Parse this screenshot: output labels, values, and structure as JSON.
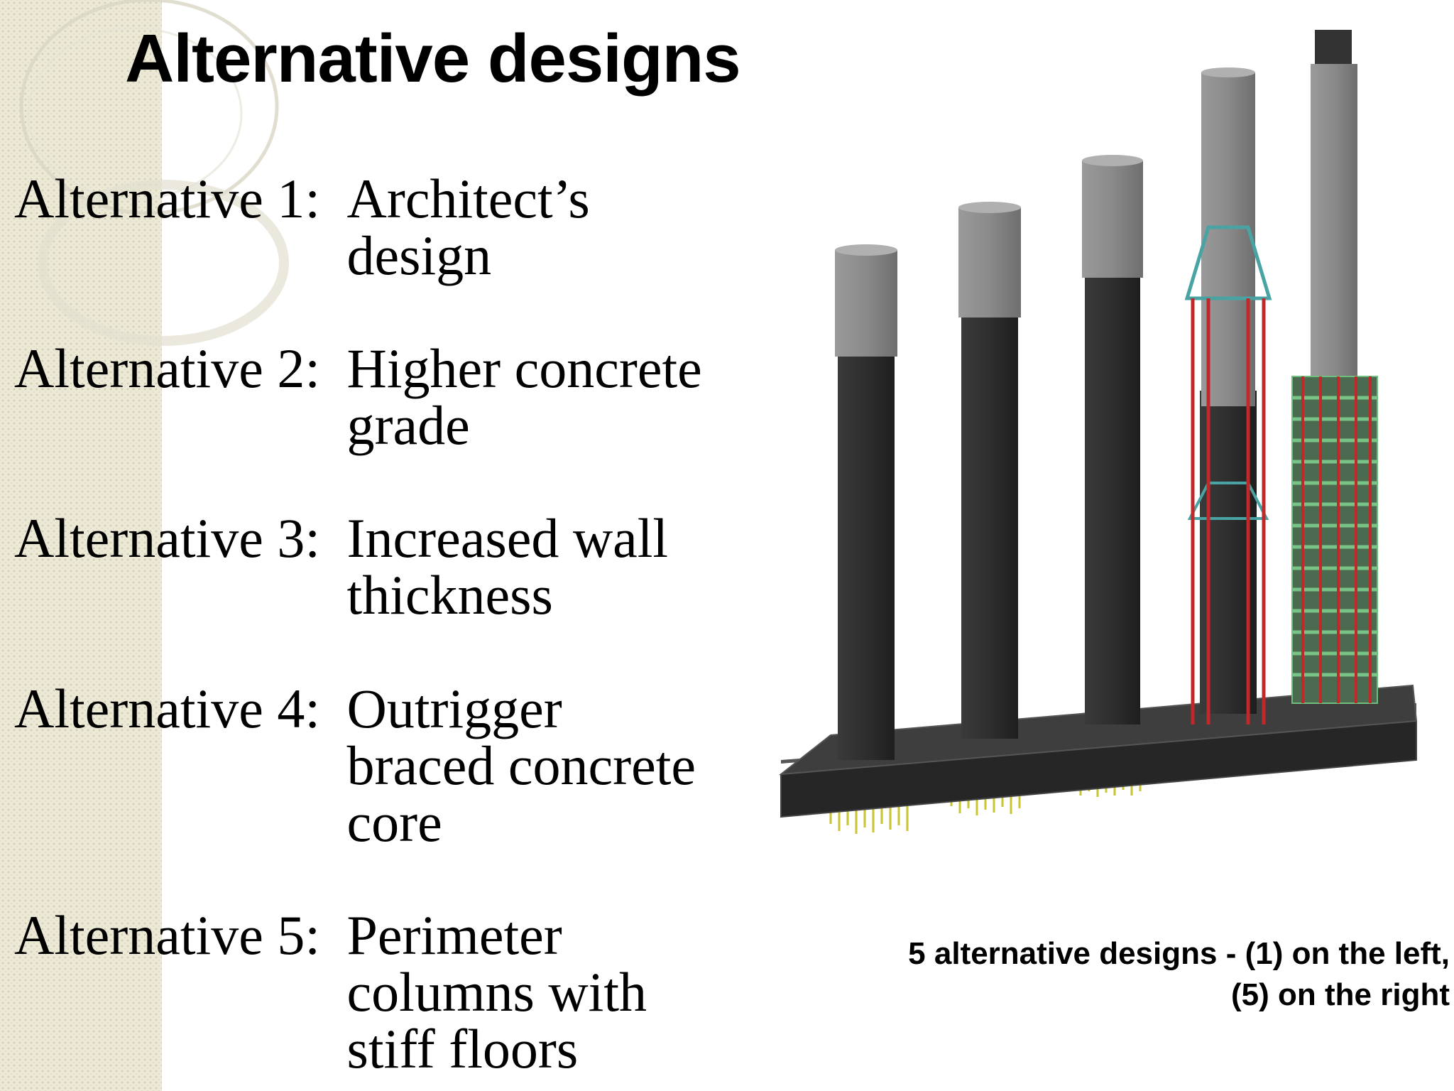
{
  "slide": {
    "title": "Alternative designs",
    "alternatives": [
      {
        "label": "Alternative 1:",
        "description_lines": [
          "Architect’s",
          "design"
        ]
      },
      {
        "label": "Alternative 2:",
        "description_lines": [
          "Higher concrete",
          "grade"
        ]
      },
      {
        "label": "Alternative 3:",
        "description_lines": [
          "Increased wall",
          "thickness"
        ]
      },
      {
        "label": "Alternative 4:",
        "description_lines": [
          "Outrigger",
          "braced concrete",
          "core"
        ]
      },
      {
        "label": "Alternative 5:",
        "description_lines": [
          "Perimeter",
          "columns with",
          "stiff floors"
        ]
      }
    ],
    "caption_lines": [
      "5 alternative designs - (1) on the left,",
      "(5) on the right"
    ]
  }
}
